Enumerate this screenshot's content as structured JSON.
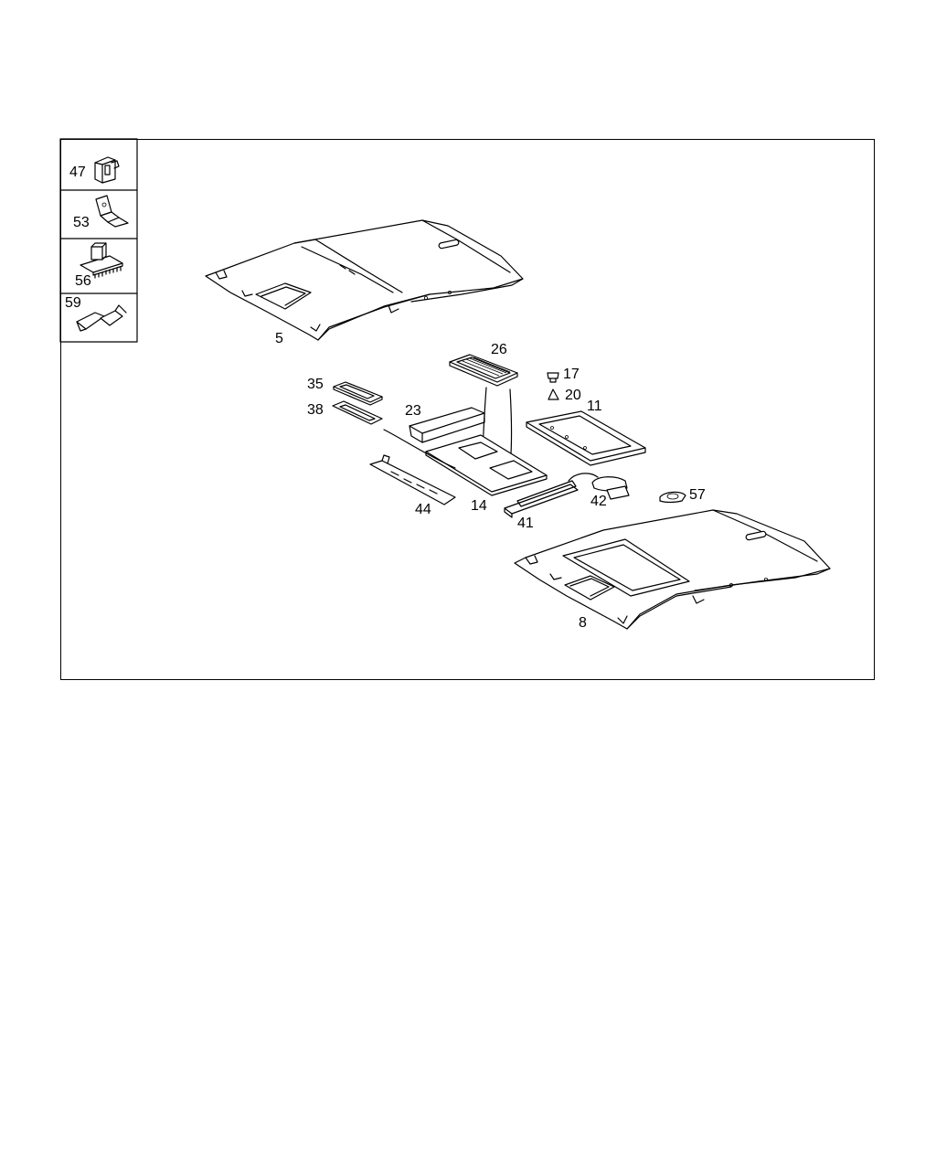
{
  "legend": {
    "items": [
      {
        "label": "47",
        "icon": "clip-icon"
      },
      {
        "label": "53",
        "icon": "bracket-icon"
      },
      {
        "label": "56",
        "icon": "fastener-strip-icon"
      },
      {
        "label": "59",
        "icon": "wedge-clip-icon"
      }
    ]
  },
  "callouts": {
    "c5": "5",
    "c8": "8",
    "c11": "11",
    "c14": "14",
    "c17": "17",
    "c20": "20",
    "c23": "23",
    "c26": "26",
    "c35": "35",
    "c38": "38",
    "c41": "41",
    "c42": "42",
    "c44": "44",
    "c57": "57"
  },
  "colors": {
    "line": "#000000",
    "background": "#ffffff"
  }
}
